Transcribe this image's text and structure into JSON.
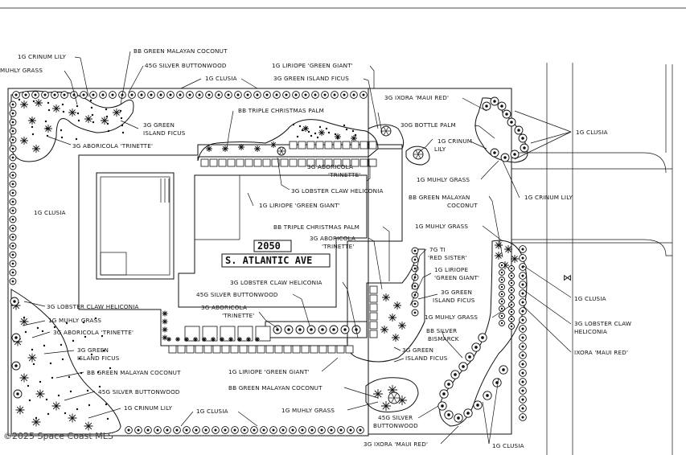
{
  "address": {
    "number": "2050",
    "street": "S. ATLANTIC AVE"
  },
  "watermark": "©2025 Space Coast MLS",
  "north_marker": "⋈",
  "labels": [
    {
      "id": "l1",
      "text": "1G CRINUM LILY"
    },
    {
      "id": "l2",
      "text": "BB GREEN MALAYAN COCONUT"
    },
    {
      "id": "l3",
      "text": "MUHLY GRASS"
    },
    {
      "id": "l4",
      "text": "45G SILVER BUTTONWOOD"
    },
    {
      "id": "l5",
      "text": "1G LIRIOPE 'GREEN GIANT'"
    },
    {
      "id": "l6",
      "text": "1G CLUSIA"
    },
    {
      "id": "l7",
      "text": "3G GREEN ISLAND FICUS"
    },
    {
      "id": "l8",
      "text": "3G IXORA 'MAUI RED'"
    },
    {
      "id": "l9",
      "text": "BB TRIPLE CHRISTMAS PALM"
    },
    {
      "id": "l10",
      "text": "3G GREEN"
    },
    {
      "id": "l11",
      "text": "ISLAND FICUS"
    },
    {
      "id": "l12",
      "text": "3G ABORICOLA 'TRINETTE'"
    },
    {
      "id": "l13",
      "text": "30G BOTTLE PALM"
    },
    {
      "id": "l14",
      "text": "1G CLUSIA"
    },
    {
      "id": "l15",
      "text": "1G CRINUM"
    },
    {
      "id": "l16",
      "text": "LILY"
    },
    {
      "id": "l17",
      "text": "3G ABORICOLA"
    },
    {
      "id": "l18",
      "text": "'TRINETTE'"
    },
    {
      "id": "l19",
      "text": "3G LOBSTER CLAW HELICONIA"
    },
    {
      "id": "l20",
      "text": "1G MUHLY GRASS"
    },
    {
      "id": "l21",
      "text": "1G CLUSIA"
    },
    {
      "id": "l22",
      "text": "BB GREEN MALAYAN"
    },
    {
      "id": "l23",
      "text": "COCONUT"
    },
    {
      "id": "l24",
      "text": "1G CRINUM LILY"
    },
    {
      "id": "l25",
      "text": "1G LIRIOPE 'GREEN GIANT'"
    },
    {
      "id": "l26",
      "text": "1G MUHLY GRASS"
    },
    {
      "id": "l27",
      "text": "BB TRIPLE CHRISTMAS PALM"
    },
    {
      "id": "l28",
      "text": "3G ABORICOLA"
    },
    {
      "id": "l29",
      "text": "'TRINETTE'"
    },
    {
      "id": "l30",
      "text": "7G TI"
    },
    {
      "id": "l31",
      "text": "'RED SISTER'"
    },
    {
      "id": "l32",
      "text": "1G LIRIOPE"
    },
    {
      "id": "l33",
      "text": "'GREEN GIANT'"
    },
    {
      "id": "l34",
      "text": "3G LOBSTER CLAW HELICONIA"
    },
    {
      "id": "l35",
      "text": "3G GREEN"
    },
    {
      "id": "l36",
      "text": "ISLAND FICUS"
    },
    {
      "id": "l37",
      "text": "1G CLUSIA"
    },
    {
      "id": "l38",
      "text": "45G SILVER BUTTONWOOD"
    },
    {
      "id": "l39",
      "text": "1G MUHLY GRASS"
    },
    {
      "id": "l40",
      "text": "3G ABORICOLA"
    },
    {
      "id": "l41",
      "text": "'TRINETTE'"
    },
    {
      "id": "l42",
      "text": "3G LOBSTER CLAW HELICONIA"
    },
    {
      "id": "l43",
      "text": "3G LOBSTER CLAW"
    },
    {
      "id": "l44",
      "text": "HELICONIA"
    },
    {
      "id": "l45",
      "text": "1G MUHLY GRASS"
    },
    {
      "id": "l46",
      "text": "BB SILVER"
    },
    {
      "id": "l47",
      "text": "BISMARCK"
    },
    {
      "id": "l48",
      "text": "3G ABORICOLA 'TRINETTE'"
    },
    {
      "id": "l49",
      "text": "IXORA 'MAUI RED'"
    },
    {
      "id": "l50",
      "text": "3G GREEN"
    },
    {
      "id": "l51",
      "text": "ISLAND FICUS"
    },
    {
      "id": "l52",
      "text": "3G GREEN"
    },
    {
      "id": "l53",
      "text": "ISLAND FICUS"
    },
    {
      "id": "l54",
      "text": "BB GREEN MALAYAN COCONUT"
    },
    {
      "id": "l55",
      "text": "1G LIRIOPE 'GREEN GIANT'"
    },
    {
      "id": "l56",
      "text": "45G SILVER BUTTONWOOD"
    },
    {
      "id": "l57",
      "text": "BB GREEN MALAYAN COCONUT"
    },
    {
      "id": "l58",
      "text": "1G CRINUM LILY"
    },
    {
      "id": "l59",
      "text": "1G CLUSIA"
    },
    {
      "id": "l60",
      "text": "1G MUHLY GRASS"
    },
    {
      "id": "l61",
      "text": "45G SILVER"
    },
    {
      "id": "l62",
      "text": "BUTTONWOOD"
    },
    {
      "id": "l63",
      "text": "3G IXORA 'MAUI RED'"
    },
    {
      "id": "l64",
      "text": "1G CLUSIA"
    }
  ]
}
